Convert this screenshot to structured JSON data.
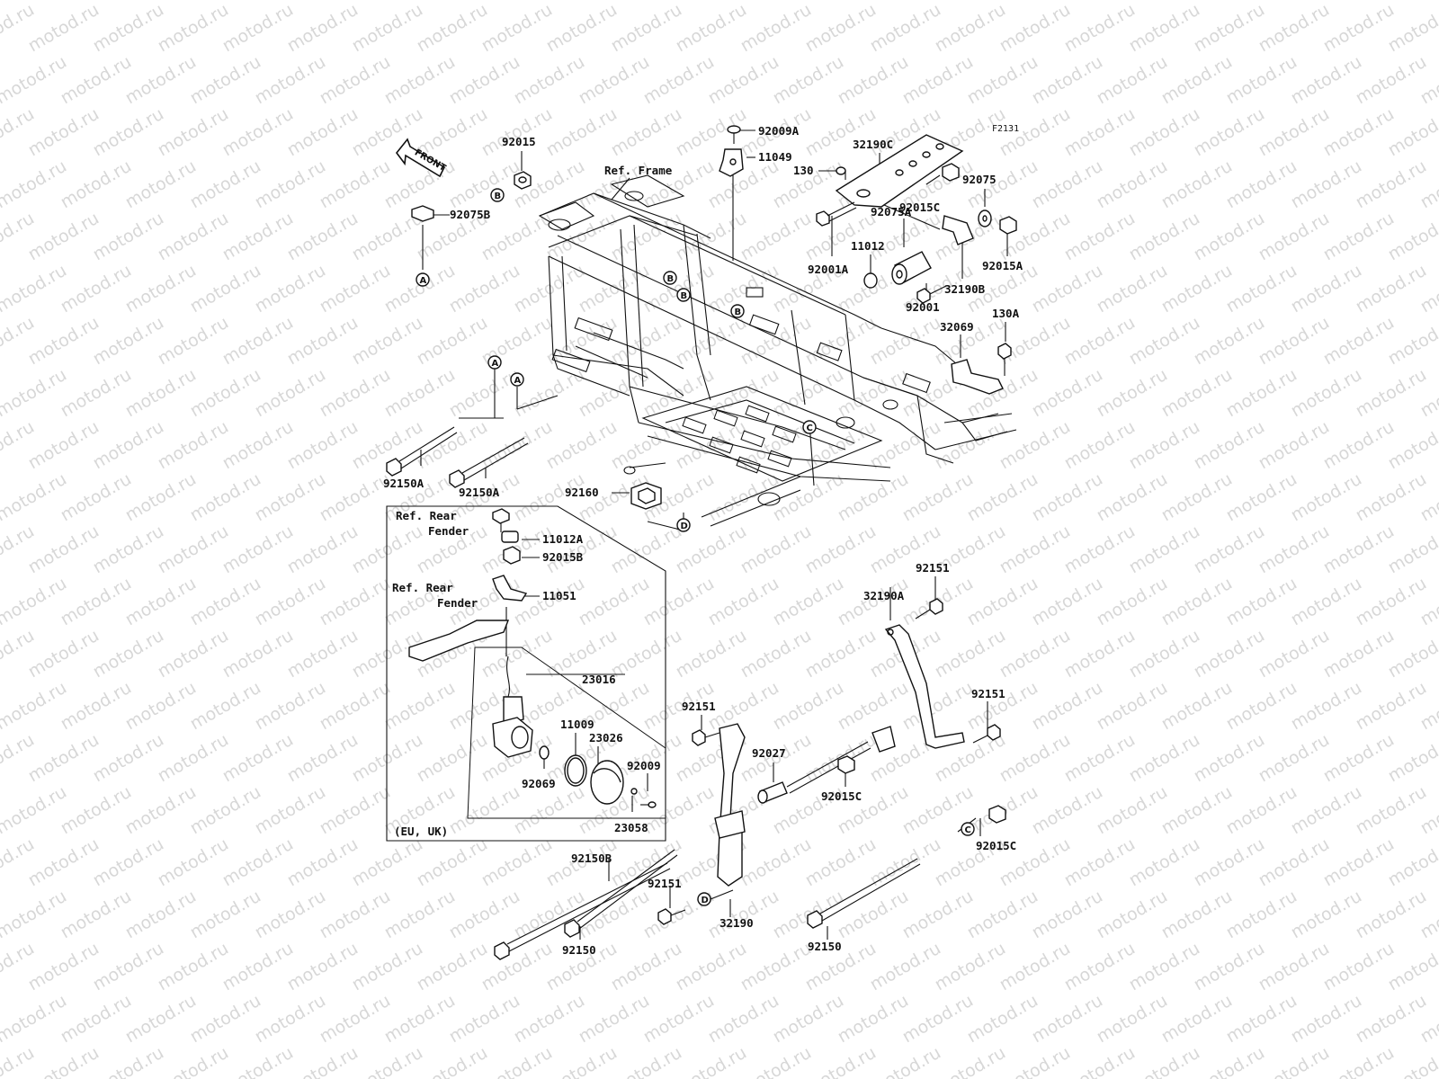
{
  "figure_id": "F2131",
  "front_arrow_label": "FRONT",
  "frame_ref": "Ref. Frame",
  "rear_fender_ref_1": [
    "Ref. Rear",
    "Fender"
  ],
  "rear_fender_ref_2": [
    "Ref. Rear",
    "Fender"
  ],
  "inset_region": "(EU, UK)",
  "watermark_text": "motod.ru",
  "part_labels": {
    "p92015": "92015",
    "p92075B": "92075B",
    "p92009A": "92009A",
    "p11049": "11049",
    "p32190C": "32190C",
    "p130": "130",
    "p92075_top": "92075",
    "p92015C_top": "92015C",
    "p92075A": "92075A",
    "p11012": "11012",
    "p92015A": "92015A",
    "p92001A": "92001A",
    "p32190B": "32190B",
    "p92001": "92001",
    "p32069": "32069",
    "p130A": "130A",
    "p92150A_1": "92150A",
    "p92150A_2": "92150A",
    "p92160": "92160",
    "p11012A": "11012A",
    "p92015B": "92015B",
    "p11051": "11051",
    "p23016": "23016",
    "p11009": "11009",
    "p23026": "23026",
    "p92009": "92009",
    "p92069": "92069",
    "p23058": "23058",
    "p92151_a": "92151",
    "p32190A": "32190A",
    "p92151_b": "92151",
    "p92151_c": "92151",
    "p92027": "92027",
    "p92015C_mid": "92015C",
    "p92015C_low": "92015C",
    "p92150B": "92150B",
    "p92151_d": "92151",
    "p32190": "32190",
    "p92150_left": "92150",
    "p92150_right": "92150"
  },
  "callouts": {
    "A": "A",
    "B": "B",
    "C": "C",
    "D": "D"
  }
}
